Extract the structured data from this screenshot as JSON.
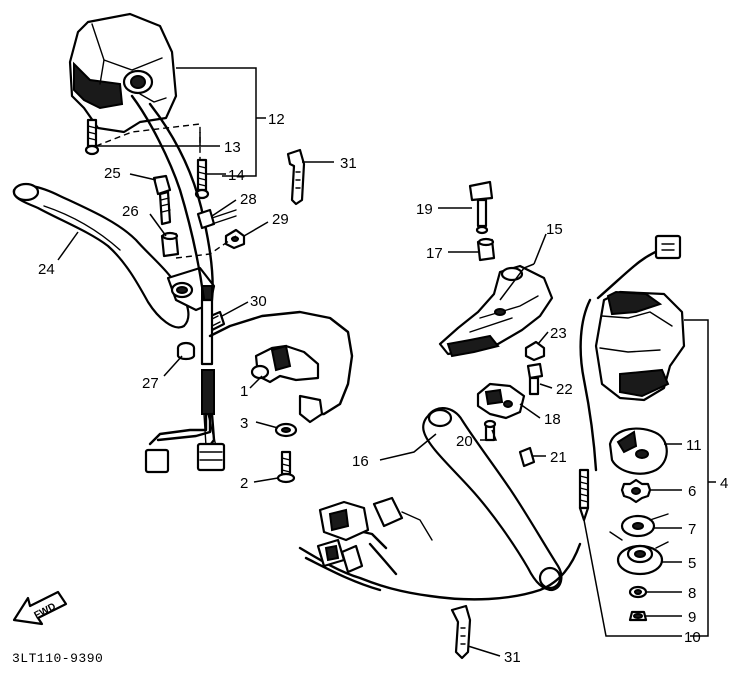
{
  "callouts": {
    "c1": "1",
    "c2": "2",
    "c3": "3",
    "c4": "4",
    "c5": "5",
    "c6": "6",
    "c7": "7",
    "c8": "8",
    "c9": "9",
    "c10": "10",
    "c11": "11",
    "c12": "12",
    "c13": "13",
    "c14": "14",
    "c15": "15",
    "c16": "16",
    "c17": "17",
    "c18": "18",
    "c19": "19",
    "c20": "20",
    "c21": "21",
    "c22": "22",
    "c23": "23",
    "c24": "24",
    "c25": "25",
    "c26": "26",
    "c27": "27",
    "c28": "28",
    "c29": "29",
    "c30": "30",
    "c31a": "31",
    "c31b": "31"
  },
  "direction_label": "FWD",
  "catalog_number": "3LT110-9390"
}
